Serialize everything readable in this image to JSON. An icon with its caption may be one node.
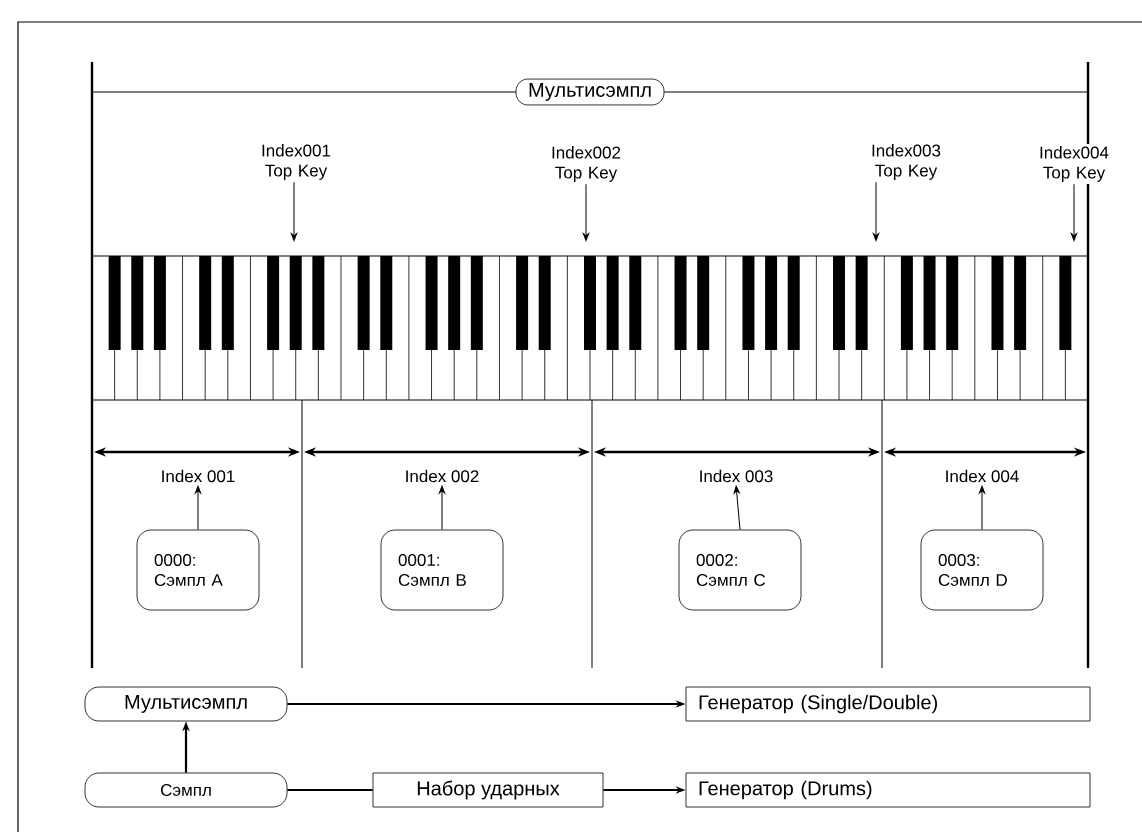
{
  "diagram": {
    "nodes": [
      {
        "text": [
          "Мультисэмпл"
        ]
      },
      {
        "text": [
          "Index001 Top Key"
        ]
      },
      {
        "text": [
          "Index002 Top Key"
        ]
      },
      {
        "text": [
          "Index003 Top Key"
        ]
      },
      {
        "text": [
          "Index004 Top Key"
        ]
      },
      {
        "text": [
          "Index 001"
        ]
      },
      {
        "text": [
          "Index 002"
        ]
      },
      {
        "text": [
          "Index 003"
        ]
      },
      {
        "text": [
          "Index 004"
        ]
      },
      {
        "text": [
          "0000: Сэмпл A"
        ]
      },
      {
        "text": [
          "0001: Сэмпл B"
        ]
      },
      {
        "text": [
          "0002: Сэмпл C"
        ]
      },
      {
        "text": [
          "0003: Сэмпл D"
        ]
      },
      {
        "text": [
          "Мультисэмпл"
        ]
      },
      {
        "text": [
          "Генератор (Single/Double)"
        ]
      },
      {
        "text": [
          "Сэмпл"
        ]
      },
      {
        "text": [
          "Набор ударных"
        ]
      },
      {
        "text": [
          "Генератор (Drums)"
        ]
      }
    ],
    "edges": [
      {
        "from": 1,
        "to": null,
        "arrow": "to"
      },
      {
        "from": 2,
        "to": null,
        "arrow": "to"
      },
      {
        "from": 3,
        "to": null,
        "arrow": "to"
      },
      {
        "from": 4,
        "to": null,
        "arrow": "to"
      },
      {
        "from": 9,
        "to": 5,
        "arrow": "to"
      },
      {
        "from": 10,
        "to": 6,
        "arrow": "to"
      },
      {
        "from": 11,
        "to": 7,
        "arrow": "to"
      },
      {
        "from": 12,
        "to": 8,
        "arrow": "to"
      },
      {
        "from": 13,
        "to": 14,
        "arrow": "to"
      },
      {
        "from": 15,
        "to": 13,
        "arrow": "to"
      },
      {
        "from": 15,
        "to": 16,
        "arrow": "none"
      },
      {
        "from": 16,
        "to": 17,
        "arrow": "to"
      }
    ]
  }
}
